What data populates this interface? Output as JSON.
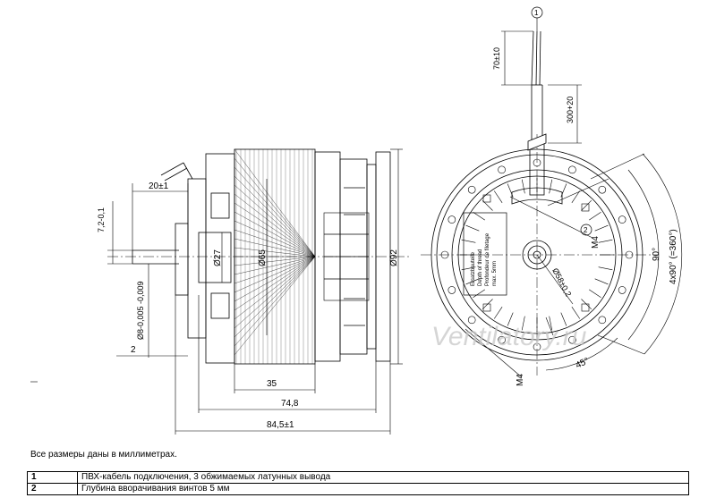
{
  "dimensions": {
    "d_20": "20±1",
    "d_7_2": "7,2-0,1",
    "d_8": "Ø8-0,005 -0,009",
    "d_2": "2",
    "d_27": "Ø27",
    "d_65": "Ø65",
    "d_92": "Ø92",
    "d_35": "35",
    "d_74_8": "74,8",
    "d_84_5": "84,5±1",
    "d_70": "70±10",
    "d_300": "300+20",
    "d_58": "Ø58±0,2",
    "m4_top": "M4",
    "m4_bottom": "M4",
    "angle_90": "90°",
    "angle_4x90": "4x90° (=360°)",
    "angle_45": "45°",
    "callout_1": "1",
    "callout_2": "2"
  },
  "label_text": [
    "Ersatzbauteile",
    "Depth of thread",
    "Profondeur de filetage",
    "max. 5mm"
  ],
  "watermark": "Ventilatory.ru",
  "note": "Все размеры даны в миллиметрах.",
  "legend": [
    {
      "num": "1",
      "text": "ПВХ-кабель подключения, 3 обжимаемых латунных вывода"
    },
    {
      "num": "2",
      "text": "Глубина вворачивания винтов 5 мм"
    }
  ]
}
